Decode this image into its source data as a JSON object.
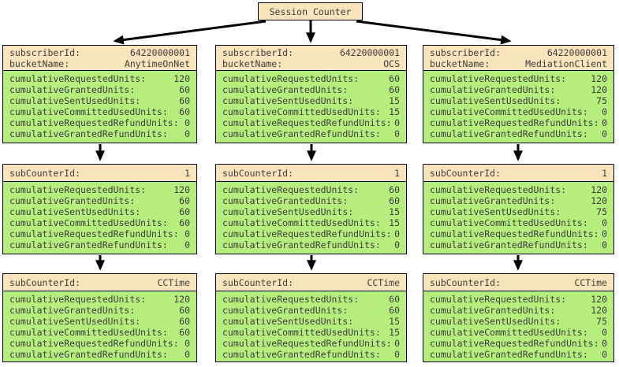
{
  "root": {
    "label": "Session Counter"
  },
  "colors": {
    "header_bg": "#f9e4bb",
    "body_bg": "#b5ee7d",
    "border": "#000000",
    "text": "#3d3d3d"
  },
  "columns": [
    {
      "bucket": {
        "header": [
          {
            "key": "subscriberId:",
            "value": "64220000001"
          },
          {
            "key": "bucketName:",
            "value": "AnytimeOnNet"
          }
        ],
        "fields": [
          {
            "key": "cumulativeRequestedUnits:",
            "value": "120"
          },
          {
            "key": "cumulativeGrantedUnits:",
            "value": "60"
          },
          {
            "key": "cumulativeSentUsedUnits:",
            "value": "60"
          },
          {
            "key": "cumulativeCommittedUsedUnits:",
            "value": "60"
          },
          {
            "key": "cumulativeRequestedRefundUnits:",
            "value": "0"
          },
          {
            "key": "cumulativeGrantedRefundUnits:",
            "value": "0"
          }
        ]
      },
      "subCounter": {
        "header": [
          {
            "key": "subCounterId:",
            "value": "1"
          }
        ],
        "fields": [
          {
            "key": "cumulativeRequestedUnits:",
            "value": "120"
          },
          {
            "key": "cumulativeGrantedUnits:",
            "value": "60"
          },
          {
            "key": "cumulativeSentUsedUnits:",
            "value": "60"
          },
          {
            "key": "cumulativeCommittedUsedUnits:",
            "value": "60"
          },
          {
            "key": "cumulativeRequestedRefundUnits:",
            "value": "0"
          },
          {
            "key": "cumulativeGrantedRefundUnits:",
            "value": "0"
          }
        ]
      },
      "ccTime": {
        "header": [
          {
            "key": "subCounterId:",
            "value": "CCTime"
          }
        ],
        "fields": [
          {
            "key": "cumulativeRequestedUnits:",
            "value": "120"
          },
          {
            "key": "cumulativeGrantedUnits:",
            "value": "60"
          },
          {
            "key": "cumulativeSentUsedUnits:",
            "value": "60"
          },
          {
            "key": "cumulativeCommittedUsedUnits:",
            "value": "60"
          },
          {
            "key": "cumulativeRequestedRefundUnits:",
            "value": "0"
          },
          {
            "key": "cumulativeGrantedRefundUnits:",
            "value": "0"
          }
        ]
      }
    },
    {
      "bucket": {
        "header": [
          {
            "key": "subscriberId:",
            "value": "64220000001"
          },
          {
            "key": "bucketName:",
            "value": "OCS"
          }
        ],
        "fields": [
          {
            "key": "cumulativeRequestedUnits:",
            "value": "60"
          },
          {
            "key": "cumulativeGrantedUnits:",
            "value": "60"
          },
          {
            "key": "cumulativeSentUsedUnits:",
            "value": "15"
          },
          {
            "key": "cumulativeCommittedUsedUnits:",
            "value": "15"
          },
          {
            "key": "cumulativeRequestedRefundUnits:",
            "value": "0"
          },
          {
            "key": "cumulativeGrantedRefundUnits:",
            "value": "0"
          }
        ]
      },
      "subCounter": {
        "header": [
          {
            "key": "subCounterId:",
            "value": "1"
          }
        ],
        "fields": [
          {
            "key": "cumulativeRequestedUnits:",
            "value": "60"
          },
          {
            "key": "cumulativeGrantedUnits:",
            "value": "60"
          },
          {
            "key": "cumulativeSentUsedUnits:",
            "value": "15"
          },
          {
            "key": "cumulativeCommittedUsedUnits:",
            "value": "15"
          },
          {
            "key": "cumulativeRequestedRefundUnits:",
            "value": "0"
          },
          {
            "key": "cumulativeGrantedRefundUnits:",
            "value": "0"
          }
        ]
      },
      "ccTime": {
        "header": [
          {
            "key": "subCounterId:",
            "value": "CCTime"
          }
        ],
        "fields": [
          {
            "key": "cumulativeRequestedUnits:",
            "value": "60"
          },
          {
            "key": "cumulativeGrantedUnits:",
            "value": "60"
          },
          {
            "key": "cumulativeSentUsedUnits:",
            "value": "15"
          },
          {
            "key": "cumulativeCommittedUsedUnits:",
            "value": "15"
          },
          {
            "key": "cumulativeRequestedRefundUnits:",
            "value": "0"
          },
          {
            "key": "cumulativeGrantedRefundUnits:",
            "value": "0"
          }
        ]
      }
    },
    {
      "bucket": {
        "header": [
          {
            "key": "subscriberId:",
            "value": "64220000001"
          },
          {
            "key": "bucketName:",
            "value": "MediationClient"
          }
        ],
        "fields": [
          {
            "key": "cumulativeRequestedUnits:",
            "value": "120"
          },
          {
            "key": "cumulativeGrantedUnits:",
            "value": "120"
          },
          {
            "key": "cumulativeSentUsedUnits:",
            "value": "75"
          },
          {
            "key": "cumulativeCommittedUsedUnits:",
            "value": "0"
          },
          {
            "key": "cumulativeRequestedRefundUnits:",
            "value": "0"
          },
          {
            "key": "cumulativeGrantedRefundUnits:",
            "value": "0"
          }
        ]
      },
      "subCounter": {
        "header": [
          {
            "key": "subCounterId:",
            "value": "1"
          }
        ],
        "fields": [
          {
            "key": "cumulativeRequestedUnits:",
            "value": "120"
          },
          {
            "key": "cumulativeGrantedUnits:",
            "value": "120"
          },
          {
            "key": "cumulativeSentUsedUnits:",
            "value": "75"
          },
          {
            "key": "cumulativeCommittedUsedUnits:",
            "value": "0"
          },
          {
            "key": "cumulativeRequestedRefundUnits:",
            "value": "0"
          },
          {
            "key": "cumulativeGrantedRefundUnits:",
            "value": "0"
          }
        ]
      },
      "ccTime": {
        "header": [
          {
            "key": "subCounterId:",
            "value": "CCTime"
          }
        ],
        "fields": [
          {
            "key": "cumulativeRequestedUnits:",
            "value": "120"
          },
          {
            "key": "cumulativeGrantedUnits:",
            "value": "120"
          },
          {
            "key": "cumulativeSentUsedUnits:",
            "value": "75"
          },
          {
            "key": "cumulativeCommittedUsedUnits:",
            "value": "0"
          },
          {
            "key": "cumulativeRequestedRefundUnits:",
            "value": "0"
          },
          {
            "key": "cumulativeGrantedRefundUnits:",
            "value": "0"
          }
        ]
      }
    }
  ]
}
